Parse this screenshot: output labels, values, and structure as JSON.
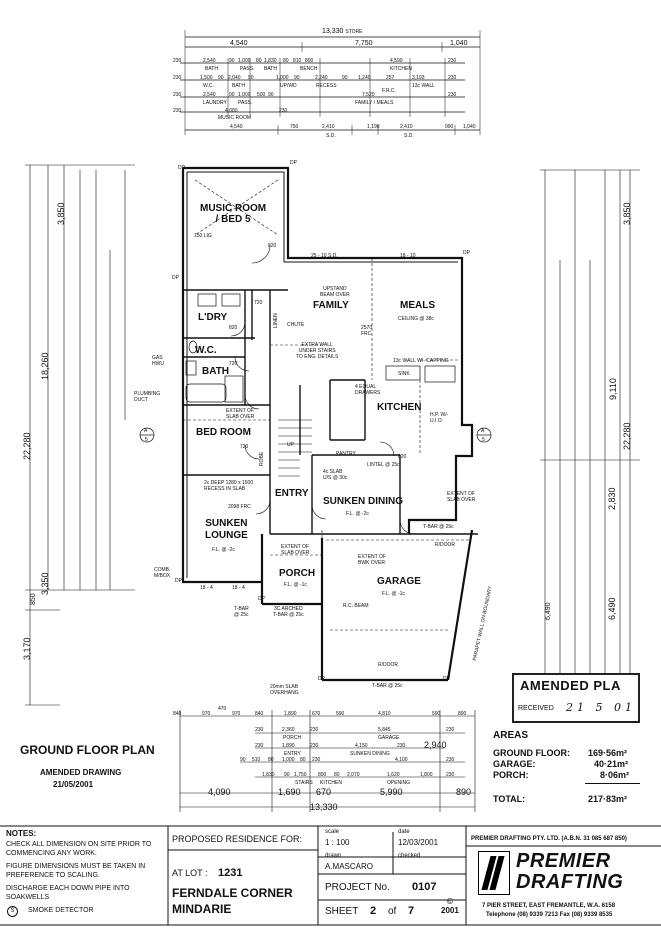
{
  "top_dims": {
    "overall": "13,330",
    "overall_suffix": "STORE",
    "row1": [
      "4,540",
      "7,750",
      "1,040"
    ],
    "row_total_bottom": [
      "4,540",
      "750",
      "2,410",
      "1,190",
      "2,410",
      "990",
      "1,040"
    ],
    "row_total_bottom_labels": [
      "S.D.",
      "S.D."
    ],
    "r2": [
      "230",
      "2,540",
      "90",
      "1,000",
      "80",
      "1,830",
      "80",
      "810",
      "800",
      "4,590",
      "230"
    ],
    "r2_labels": [
      "BATH",
      "PASS.",
      "BATH",
      "BENCH",
      "KITCHEN"
    ],
    "r3": [
      "230",
      "1,500",
      "90",
      "2,040",
      "90",
      "1,000",
      "90",
      "2,240",
      "90",
      "1,240",
      "257",
      "3,193",
      "230"
    ],
    "r3_labels": [
      "W.C.",
      "BATH",
      "UP/WD",
      "RECESS",
      "13c WALL",
      "F.R.C."
    ],
    "r4": [
      "230",
      "2,540",
      "90",
      "1,000",
      "500",
      "90",
      "7,520",
      "230"
    ],
    "r4_labels": [
      "LAUNDRY",
      "PASS.",
      "FAMILY / MEALS"
    ],
    "r5": [
      "230",
      "4,080",
      "230"
    ],
    "r5_labels": [
      "MUSIC ROOM"
    ]
  },
  "rooms": {
    "music": "MUSIC ROOM\n/ BED 5",
    "music_note": "150 LIG",
    "family": "FAMILY",
    "meals": "MEALS",
    "meals_note": "CEILING @ 38c",
    "laundry": "L'DRY",
    "wc": "W.C.",
    "bath": "BATH",
    "bedroom": "BED ROOM",
    "kitchen": "KITCHEN",
    "entry": "ENTRY",
    "sunken_dining": "SUNKEN DINING",
    "sunken_dining_fl": "F.L. @ -2c",
    "sunken_lounge": "SUNKEN\nLOUNGE",
    "sunken_lounge_fl": "F.L. @ -2c",
    "porch": "PORCH",
    "porch_fl": "F.L. @ -1c",
    "garage": "GARAGE",
    "garage_fl": "F.L. @ -1c",
    "pantry": "PANTRY"
  },
  "notes": {
    "upstand": "UPSTAND\nBEAM OVER",
    "extra_wall": "EXTRA WALL\nUNDER STAIRS\nTO ENG. DETAILS",
    "wall_capping": "13c WALL W/- CAPPING",
    "equal_drawers": "4 EQUAL\nDRAWERS",
    "hp_wall": "H.P. W/-\nU.I.O.",
    "lintel": "LINTEL @ 25c",
    "slab_4c": "4c SLAB\nU/S @ 30c",
    "extent_slab_over_1": "EXTENT OF\nSLAB OVER",
    "extent_slab_over_2": "EXTENT OF\nSLAB OVER",
    "extent_slab_over_3": "EXTENT OF\nSLAB OVER",
    "extent_bwk_over": "EXTENT OF\nBWK OVER",
    "recess_slab": "2c DEEP 1280 x 1500\nRECESS IN SLAB",
    "frc": "2098 FRC",
    "plumbing_duct": "PLUMBING\nDUCT",
    "gas_hwu": "GAS\nHWU",
    "comb_mbox": "COMB.\nM/BOX",
    "tbar_1": "T-BAR\n@ 25c",
    "tbar_2": "3C ARCHED\nT-BAR @ 25c",
    "tbar_3": "T-BAR @ 25c",
    "tbar_4": "T-BAR @ 25c",
    "rc_beam": "R.C. BEAM",
    "rdoor": "R/DOOR",
    "rdoor2": "R/DOOR",
    "slab_overhang": "20mm SLAB\nOVERHANG",
    "parapet": "PARAPET WALL ON BOUNDARY",
    "linen": "LINEN",
    "chute": "CHUTE",
    "robe": "ROBE",
    "up": "UP",
    "section_a": "A",
    "section_num": "5",
    "dp": "DP",
    "beam_25_10": "25 - 10 S.D.",
    "beam_18_10": "18 - 10",
    "beam_18_4a": "18 - 4",
    "beam_18_4b": "18 - 4",
    "d820": "820",
    "d720": "720",
    "frc2570": "2570\nFRC",
    "sink": "SINK"
  },
  "title_block": {
    "plan_title": "GROUND FLOOR PLAN",
    "amended": "AMENDED DRAWING",
    "amended_date": "21/05/2001",
    "areas_title": "AREAS",
    "areas": [
      {
        "label": "GROUND FLOOR:",
        "value": "169·56m²"
      },
      {
        "label": "GARAGE:",
        "value": "40·21m²"
      },
      {
        "label": "PORCH:",
        "value": "8·06m²"
      }
    ],
    "total_label": "TOTAL:",
    "total_value": "217·83m²",
    "stamp_text": "AMENDED PLA",
    "stamp_received": "RECEIVED",
    "stamp_date": "21 5 01"
  },
  "bottom_dims": {
    "r1": [
      "840",
      "970",
      "470",
      "970",
      "840",
      "1,890",
      "670",
      "590",
      "4,810",
      "590",
      "890"
    ],
    "r2": [
      "230",
      "2,360",
      "230",
      "5,845",
      "230"
    ],
    "r2_labels": [
      "PORCH",
      "GARAGE"
    ],
    "r3": [
      "230",
      "1,890",
      "230",
      "4,150",
      "230",
      "2,940"
    ],
    "r3_labels": [
      "ENTRY",
      "SUNKEN DINING"
    ],
    "r4": [
      "90",
      "510",
      "80",
      "1,000",
      "80",
      "230",
      "4,100",
      "230"
    ],
    "r5": [
      "1,830",
      "90",
      "1,750",
      "800",
      "80",
      "2,070",
      "1,620",
      "1,800",
      "230"
    ],
    "r5_labels": [
      "STAIRS",
      "KITCHEN",
      "OPENING"
    ],
    "r6": [
      "4,090",
      "1,690",
      "670",
      "5,990",
      "890"
    ],
    "overall": "13,330"
  },
  "side_dims": {
    "left_overall": "22,280",
    "left_2": "18,260",
    "left_3": "3,850",
    "left_4": "3,350",
    "left_5": "3,170",
    "left_6": "850",
    "right_overall": "22,280",
    "right_2": "9,110",
    "right_3": "3,850",
    "right_4": "2,830",
    "right_5": "6,490",
    "right_6": "6,490"
  },
  "footer": {
    "notes_title": "NOTES:",
    "notes": [
      "CHECK ALL DIMENSION ON SITE PRIOR TO\nCOMMENCING ANY WORK.",
      "FIGURE DIMENSIONS MUST BE TAKEN IN\nPREFERENCE TO SCALING.",
      "DISCHARGE EACH DOWN PIPE INTO\nSOAKWELLS"
    ],
    "smoke": "SMOKE DETECTOR",
    "smoke_symbol": "S",
    "proposed": "PROPOSED RESIDENCE FOR:",
    "at_lot_label": "AT LOT :",
    "at_lot": "1231",
    "street": "FERNDALE CORNER",
    "suburb": "MINDARIE",
    "scale_label": "scale",
    "scale": "1 : 100",
    "date_label": "date",
    "date": "12/03/2001",
    "drawn_label": "drawn",
    "drawn": "A.MASCARO",
    "checked_label": "checked",
    "project_label": "PROJECT No.",
    "project": "0107",
    "sheet_label": "SHEET",
    "sheet": "2",
    "of_label": "of",
    "sheet_total": "7",
    "copyright": "©\n2001",
    "company_header": "PREMIER DRAFTING PTY. LTD. (A.B.N. 31 085 687 850)",
    "company_1": "PREMIER",
    "company_2": "DRAFTING",
    "address": "7 PIER STREET, EAST FREMANTLE, W.A. 6158",
    "phone": "Telephone (08) 9339 7213  Fax (08) 9339 8535"
  }
}
